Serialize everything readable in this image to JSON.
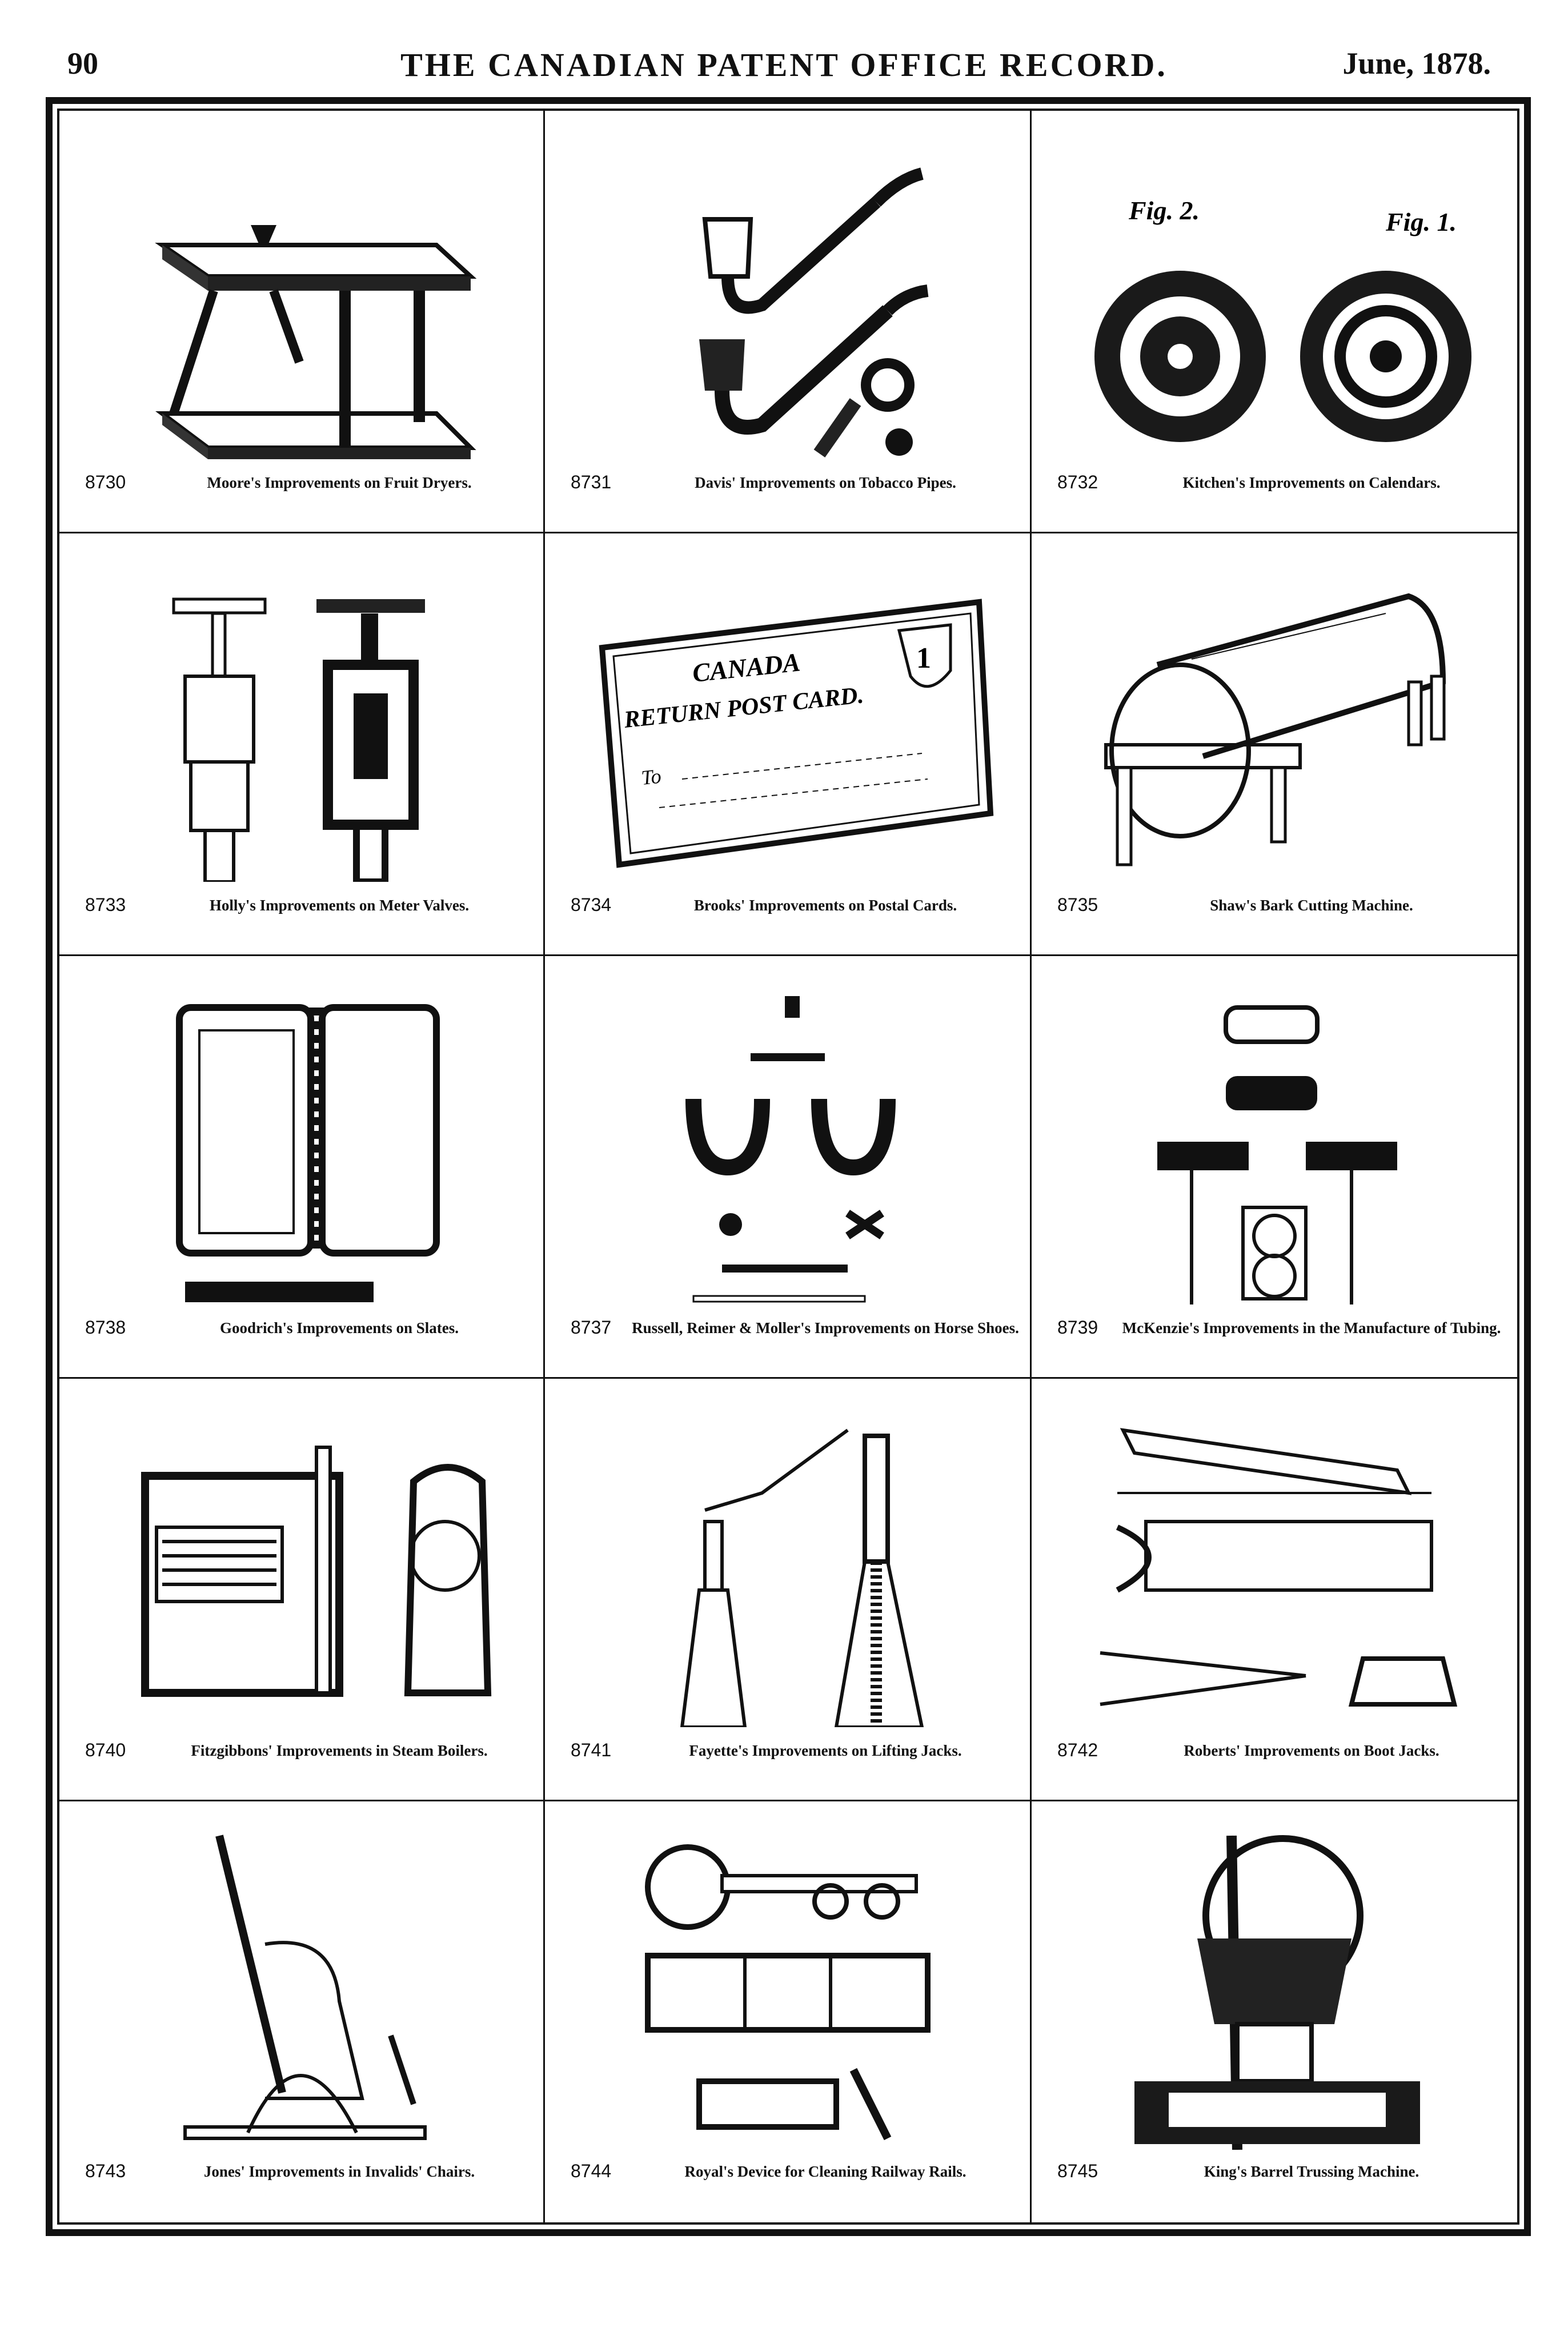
{
  "header": {
    "page_number": "90",
    "title": "THE CANADIAN PATENT OFFICE RECORD.",
    "date": "June, 1878."
  },
  "patents": [
    {
      "number": "8730",
      "caption": "Moore's Improvements on Fruit Dryers."
    },
    {
      "number": "8731",
      "caption": "Davis' Improvements on Tobacco Pipes."
    },
    {
      "number": "8732",
      "caption": "Kitchen's Improvements on Calendars."
    },
    {
      "number": "8733",
      "caption": "Holly's Improvements on Meter Valves."
    },
    {
      "number": "8734",
      "caption": "Brooks' Improvements on Postal Cards."
    },
    {
      "number": "8735",
      "caption": "Shaw's Bark Cutting Machine."
    },
    {
      "number": "8738",
      "caption": "Goodrich's Improvements on Slates."
    },
    {
      "number": "8737",
      "caption": "Russell, Reimer & Moller's Improvements on Horse Shoes."
    },
    {
      "number": "8739",
      "caption": "McKenzie's Improvements in the Manufacture of Tubing."
    },
    {
      "number": "8740",
      "caption": "Fitzgibbons' Improvements in Steam Boilers."
    },
    {
      "number": "8741",
      "caption": "Fayette's Improvements on Lifting Jacks."
    },
    {
      "number": "8742",
      "caption": "Roberts' Improvements on Boot Jacks."
    },
    {
      "number": "8743",
      "caption": "Jones' Improvements in Invalids' Chairs."
    },
    {
      "number": "8744",
      "caption": "Royal's Device for Cleaning Railway Rails."
    },
    {
      "number": "8745",
      "caption": "King's Barrel Trussing Machine."
    }
  ],
  "figure_text": {
    "calendar_fig2": "Fig. 2.",
    "calendar_fig1": "Fig. 1.",
    "postcard_country": "CANADA",
    "postcard_title": "RETURN POST CARD.",
    "postcard_to": "To",
    "postcard_stamp": "1"
  }
}
